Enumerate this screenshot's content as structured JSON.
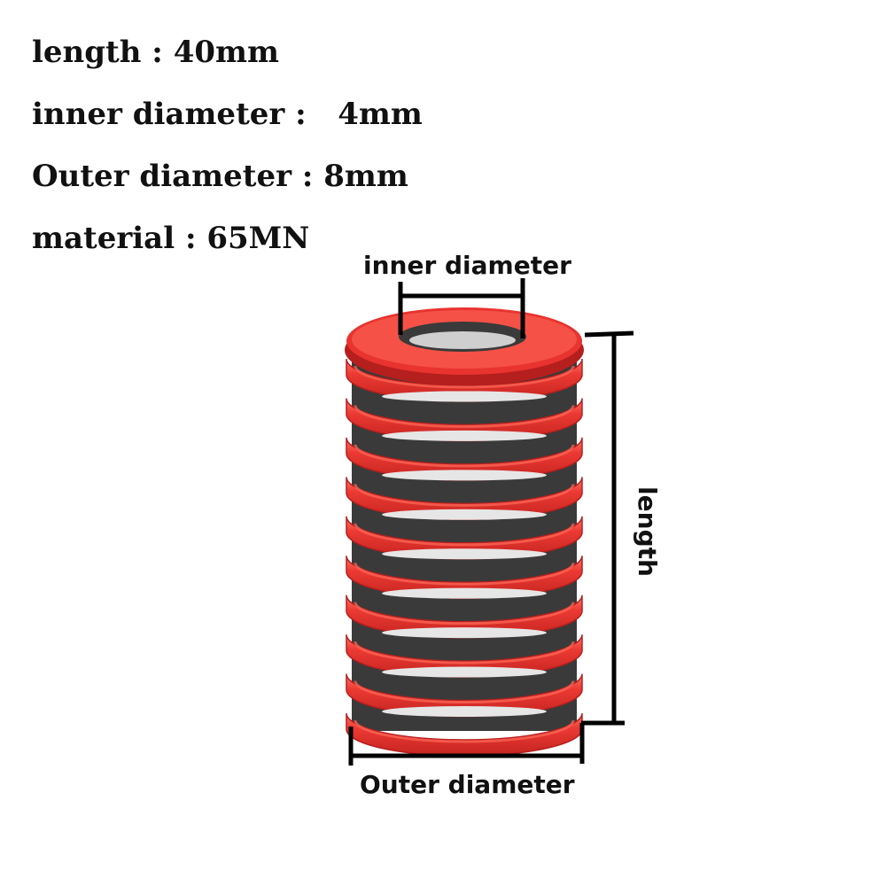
{
  "specs": {
    "length": "length : 40mm",
    "inner_diameter": "inner diameter :   4mm",
    "outer_diameter": "Outer diameter : 8mm",
    "material": "material : 65MN"
  },
  "labels": {
    "inner_diameter": "inner diameter",
    "outer_diameter": "Outer diameter",
    "length": "length"
  },
  "colors": {
    "spring_red": "#e8332f",
    "spring_highlight": "#ff6a5a",
    "spring_shadow": "#b51f1d",
    "gap_dark": "#3a3a3a",
    "dimension_line": "#000000"
  },
  "spring": {
    "coil_count": 10
  }
}
